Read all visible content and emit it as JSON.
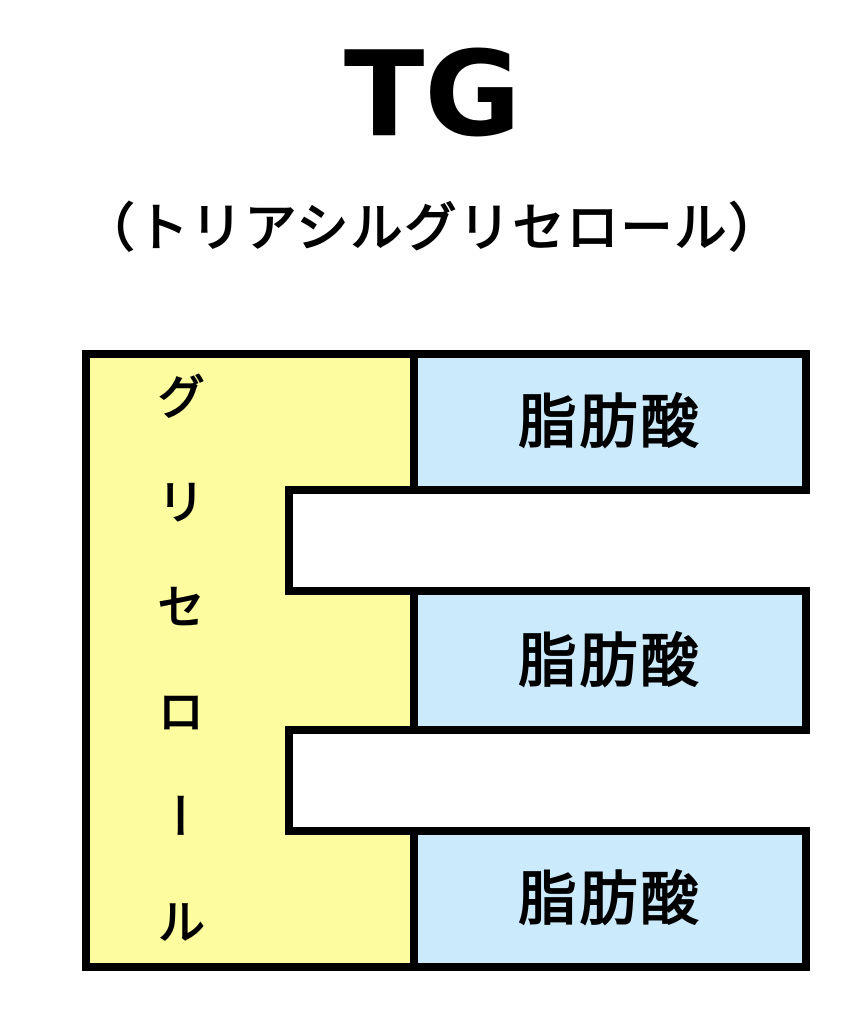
{
  "header": {
    "title": "TG",
    "subtitle": "（トリアシルグリセロール）"
  },
  "diagram": {
    "glycerol_label": "グリセロール",
    "fatty_acid_labels": [
      "脂肪酸",
      "脂肪酸",
      "脂肪酸"
    ],
    "colors": {
      "glycerol_fill": "#FDFC9E",
      "fatty_acid_fill": "#CBEAFC",
      "outline": "#000000",
      "text": "#000000",
      "background": "#FFFFFF"
    }
  }
}
